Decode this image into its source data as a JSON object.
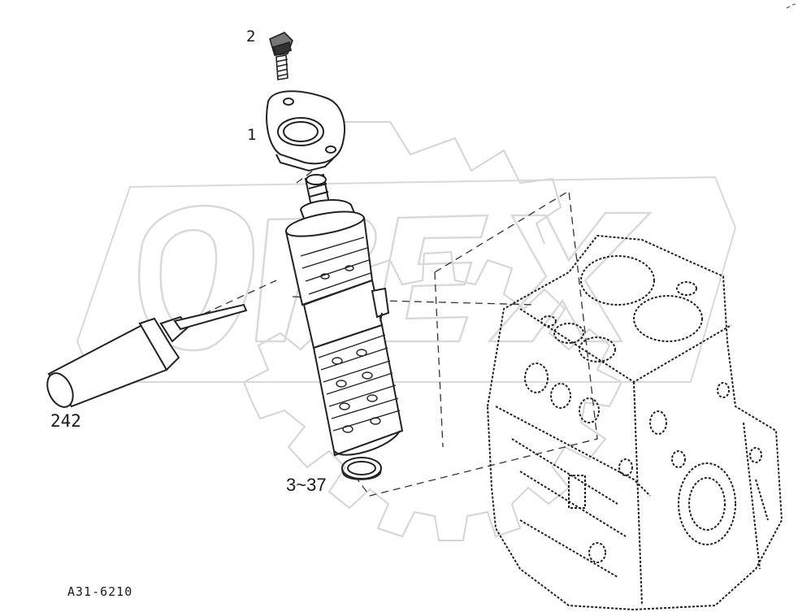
{
  "diagram": {
    "watermark_text": "OREX",
    "callouts": {
      "bolt": "2",
      "flange": "1",
      "tube": "242",
      "gasket": "3~37"
    },
    "reference_code": "A31-6210",
    "colors": {
      "line": "#222222",
      "watermark": "#d9d9d9",
      "background": "#ffffff"
    }
  }
}
